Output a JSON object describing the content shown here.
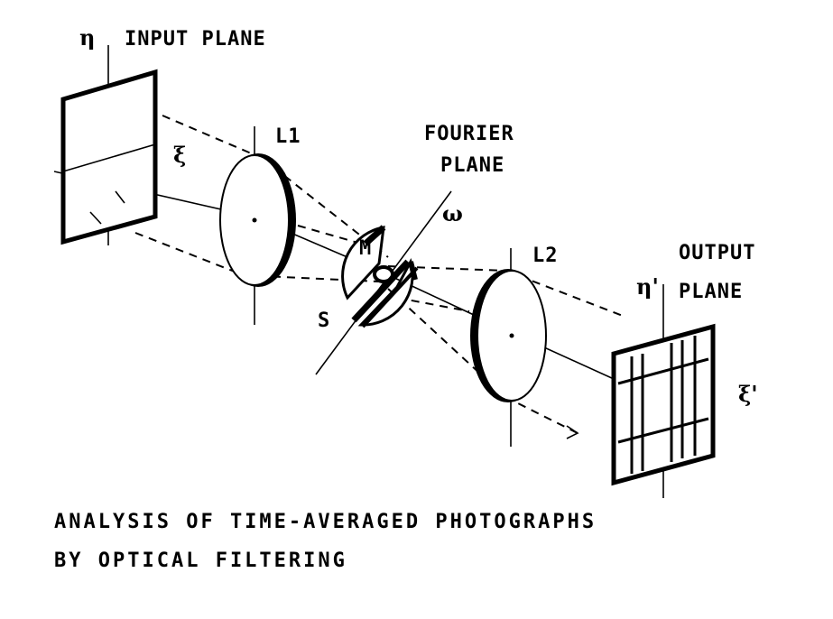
{
  "labels": {
    "input_axis": "η",
    "input_plane": "INPUT PLANE",
    "xi_input": "ξ",
    "lens1": "L1",
    "fourier_plane_1": "FOURIER",
    "fourier_plane_2": "PLANE",
    "omega": "ω",
    "mask": "M",
    "slit": "S",
    "lens2": "L2",
    "output_plane_1": "OUTPUT",
    "output_plane_2": "PLANE",
    "output_axis": "η'",
    "xi_output": "ξ'"
  },
  "caption": {
    "line1": "ANALYSIS OF TIME-AVERAGED PHOTOGRAPHS",
    "line2": "BY OPTICAL FILTERING"
  }
}
